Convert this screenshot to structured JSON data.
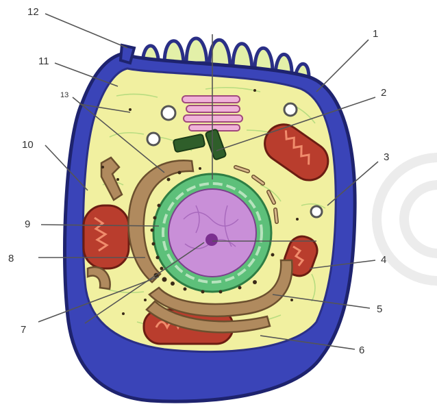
{
  "labels": [
    "12",
    "11",
    "13",
    "10",
    "9",
    "8",
    "7",
    "1",
    "2",
    "3",
    "4",
    "5",
    "6"
  ],
  "colors": {
    "membrane": "#3a44b8",
    "membrane_dark": "#1e236e",
    "cytoplasm": "#f1f0a0",
    "er": "#b08a5e",
    "nuclear_envelope": "#5dc07a",
    "nucleus": "#c98fd8",
    "mitochondria": "#b93d2d",
    "golgi": "#f0b2d8",
    "centrioles": "#2f5e2a",
    "leader_lines": "#555555"
  }
}
